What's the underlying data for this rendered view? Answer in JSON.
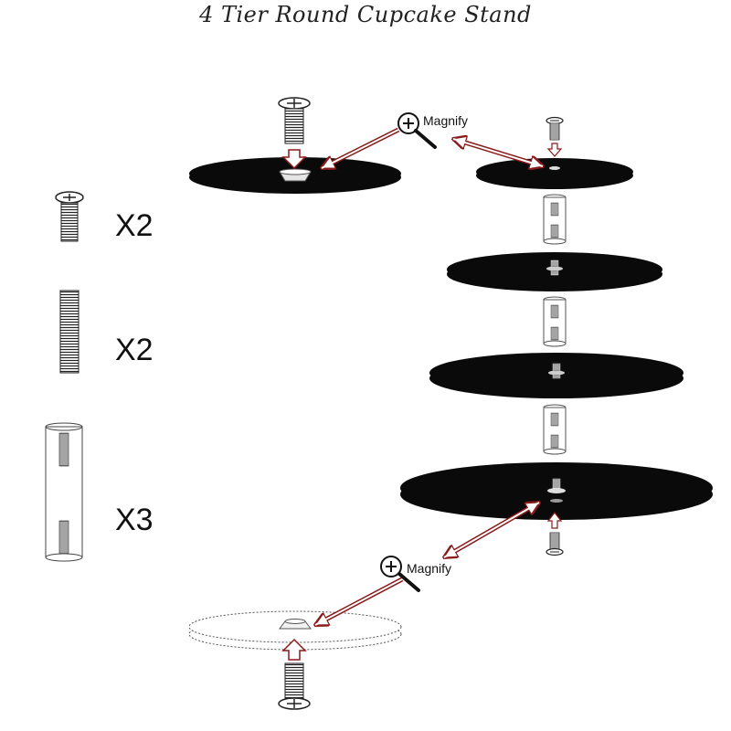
{
  "title": "4 Tier Round Cupcake Stand",
  "parts": [
    {
      "icon": "screw-icon",
      "quantity_label": "X2"
    },
    {
      "icon": "threaded-rod-icon",
      "quantity_label": "X2"
    },
    {
      "icon": "clear-spacer-tube-icon",
      "quantity_label": "X3"
    }
  ],
  "callouts": [
    {
      "label": "Magnify",
      "icon": "magnifier-icon"
    },
    {
      "label": "Magnify",
      "icon": "magnifier-icon"
    }
  ],
  "colors": {
    "tier_black": "#0a0a0a",
    "arrow_red": "#8b1a1a",
    "outline": "#333333"
  }
}
